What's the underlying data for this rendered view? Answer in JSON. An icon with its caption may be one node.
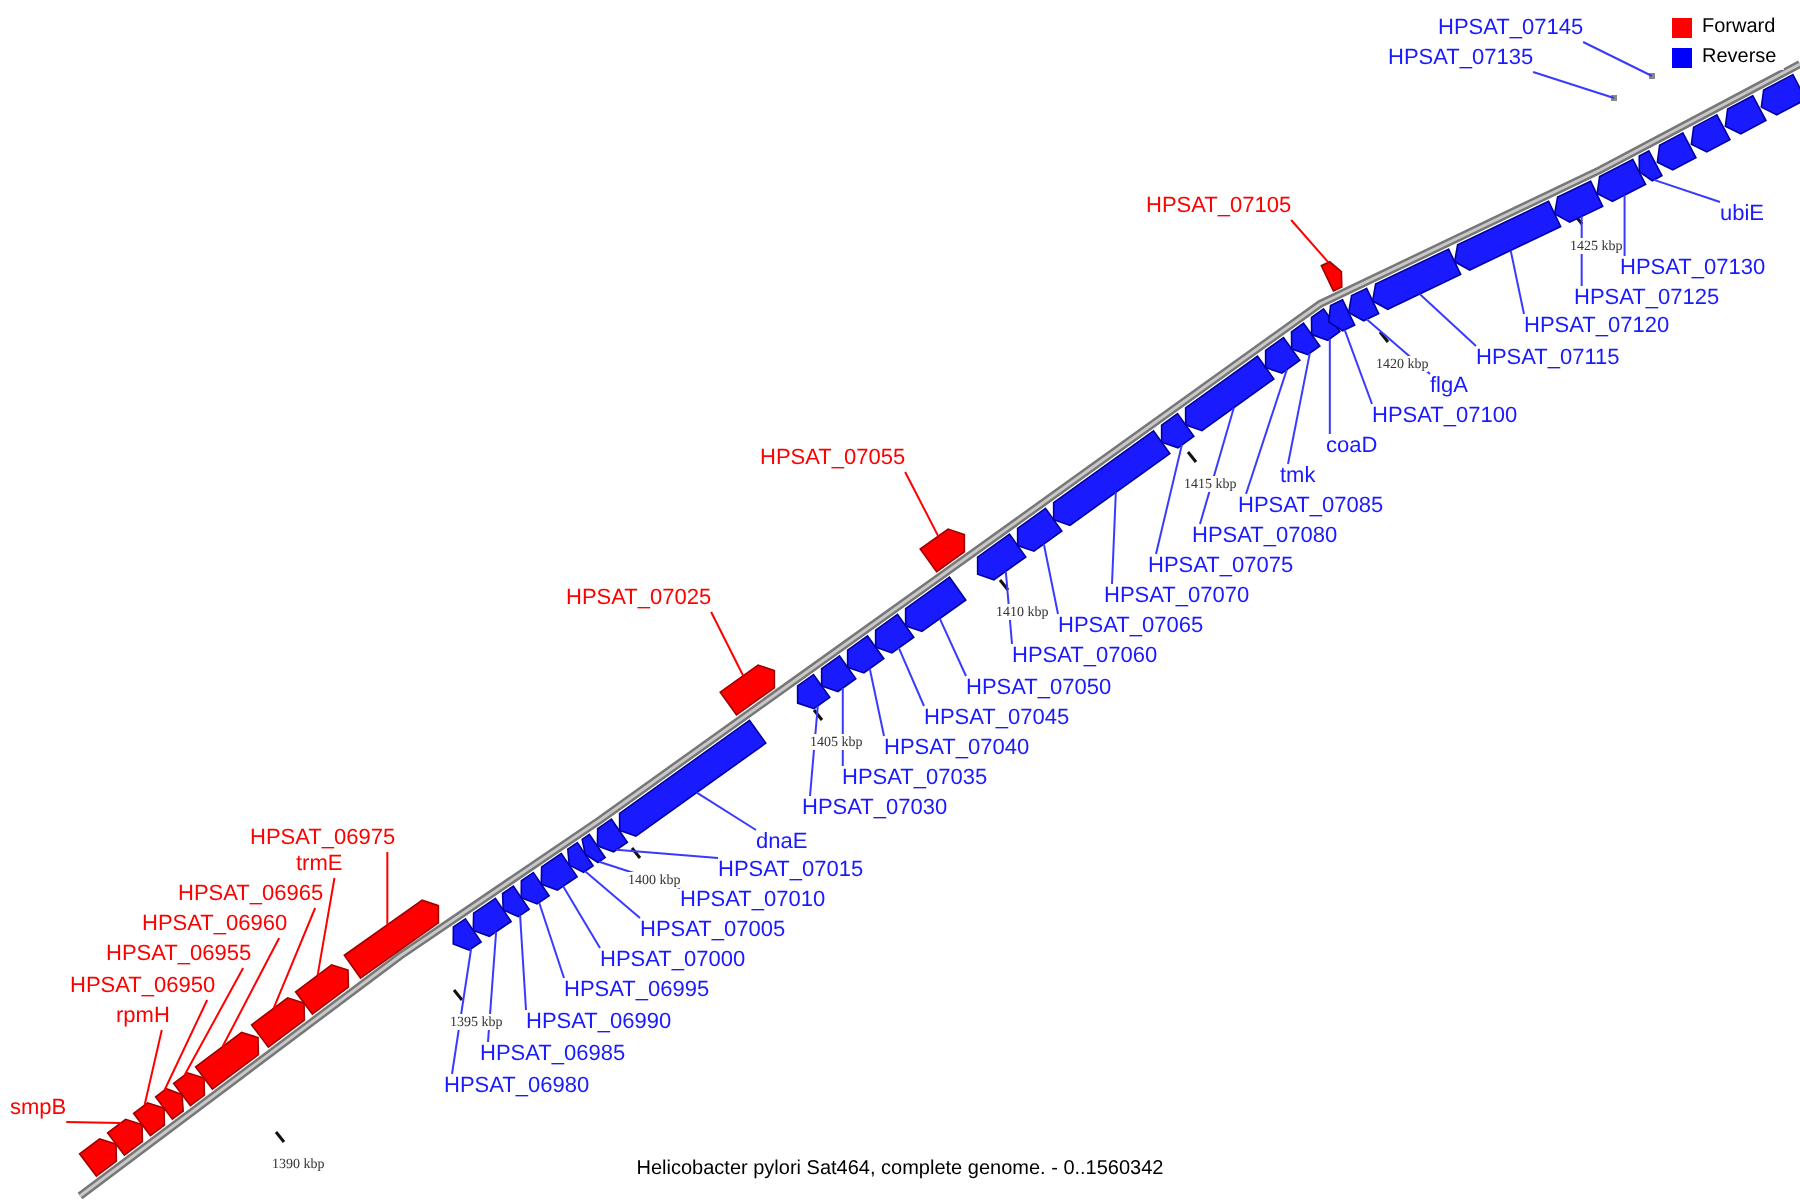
{
  "diagram": {
    "caption": "Helicobacter pylori Sat464, complete genome. - 0..1560342",
    "nodes": [
      {
        "text": [],
        "shape": "bar"
      },
      {
        "text": [
          "smpB"
        ]
      },
      {
        "text": [],
        "shape": "bar"
      },
      {
        "text": [
          "rpmH"
        ]
      },
      {
        "text": [],
        "shape": "bar"
      },
      {
        "text": [
          "HPSAT_06950"
        ]
      },
      {
        "text": [],
        "shape": "bar"
      },
      {
        "text": [
          "HPSAT_06955"
        ]
      },
      {
        "text": [],
        "shape": "bar"
      },
      {
        "text": [
          "HPSAT_06960"
        ]
      },
      {
        "text": [],
        "shape": "bar"
      },
      {
        "text": [
          "HPSAT_06965"
        ]
      },
      {
        "text": [],
        "shape": "bar"
      },
      {
        "text": [
          "trmE"
        ]
      },
      {
        "text": [],
        "shape": "bar"
      },
      {
        "text": [
          "HPSAT_06975"
        ]
      },
      {
        "text": [],
        "shape": "bar"
      },
      {
        "text": [
          "HPSAT_06980"
        ]
      },
      {
        "text": [],
        "shape": "bar"
      },
      {
        "text": [
          "HPSAT_06985"
        ]
      },
      {
        "text": [],
        "shape": "bar"
      },
      {
        "text": [
          "HPSAT_06990"
        ]
      },
      {
        "text": [],
        "shape": "bar"
      },
      {
        "text": [
          "HPSAT_06995"
        ]
      },
      {
        "text": [],
        "shape": "bar"
      },
      {
        "text": [
          "HPSAT_07000"
        ]
      },
      {
        "text": [],
        "shape": "bar"
      },
      {
        "text": [
          "HPSAT_07005"
        ]
      },
      {
        "text": [],
        "shape": "bar"
      },
      {
        "text": [
          "HPSAT_07010"
        ]
      },
      {
        "text": [],
        "shape": "bar"
      },
      {
        "text": [
          "HPSAT_07015"
        ]
      },
      {
        "text": [],
        "shape": "bar"
      },
      {
        "text": [
          "dnaE"
        ]
      },
      {
        "text": [],
        "shape": "bar"
      },
      {
        "text": [
          "HPSAT_07025"
        ]
      },
      {
        "text": [],
        "shape": "bar"
      },
      {
        "text": [
          "HPSAT_07030"
        ]
      },
      {
        "text": [],
        "shape": "bar"
      },
      {
        "text": [
          "HPSAT_07035"
        ]
      },
      {
        "text": [],
        "shape": "bar"
      },
      {
        "text": [
          "HPSAT_07040"
        ]
      },
      {
        "text": [],
        "shape": "bar"
      },
      {
        "text": [
          "HPSAT_07045"
        ]
      },
      {
        "text": [],
        "shape": "bar"
      },
      {
        "text": [
          "HPSAT_07050"
        ]
      },
      {
        "text": [],
        "shape": "bar"
      },
      {
        "text": [
          "HPSAT_07055"
        ]
      },
      {
        "text": [],
        "shape": "bar"
      },
      {
        "text": [
          "HPSAT_07060"
        ]
      },
      {
        "text": [],
        "shape": "bar"
      },
      {
        "text": [
          "HPSAT_07065"
        ]
      },
      {
        "text": [],
        "shape": "bar"
      },
      {
        "text": [
          "HPSAT_07070"
        ]
      },
      {
        "text": [],
        "shape": "bar"
      },
      {
        "text": [
          "HPSAT_07075"
        ]
      },
      {
        "text": [],
        "shape": "bar"
      },
      {
        "text": [
          "HPSAT_07080"
        ]
      },
      {
        "text": [],
        "shape": "bar"
      },
      {
        "text": [
          "HPSAT_07085"
        ]
      },
      {
        "text": [],
        "shape": "bar"
      },
      {
        "text": [
          "tmk"
        ]
      },
      {
        "text": [],
        "shape": "bar"
      },
      {
        "text": [
          "coaD"
        ]
      },
      {
        "text": [],
        "shape": "bar"
      },
      {
        "text": [
          "HPSAT_07100"
        ]
      },
      {
        "text": [],
        "shape": "bar"
      },
      {
        "text": [
          "flgA"
        ]
      },
      {
        "text": [],
        "shape": "bar"
      },
      {
        "text": [
          "HPSAT_07105"
        ]
      },
      {
        "text": [],
        "shape": "bar"
      },
      {
        "text": [
          "HPSAT_07115"
        ]
      },
      {
        "text": [],
        "shape": "bar"
      },
      {
        "text": [
          "HPSAT_07120"
        ]
      },
      {
        "text": [],
        "shape": "bar"
      },
      {
        "text": [
          "HPSAT_07125"
        ]
      },
      {
        "text": [],
        "shape": "bar"
      },
      {
        "text": [
          "HPSAT_07130"
        ]
      },
      {
        "text": [],
        "shape": "bar"
      },
      {
        "text": [
          "ubiE"
        ]
      },
      {
        "text": [],
        "shape": "bar"
      },
      {
        "text": [],
        "shape": "bar"
      },
      {
        "text": [],
        "shape": "bar"
      },
      {
        "text": [],
        "shape": "bar"
      },
      {
        "text": [],
        "shape": "bar"
      },
      {
        "text": [
          "HPSAT_07135"
        ]
      },
      {
        "text": [],
        "shape": "bar"
      },
      {
        "text": [
          "HPSAT_07145"
        ]
      },
      {
        "text": [],
        "shape": "bar"
      }
    ],
    "edges": [
      {
        "from": 1,
        "to": 2,
        "arrow": "none",
        "color": "#ff0000"
      },
      {
        "from": 3,
        "to": 4,
        "arrow": "none",
        "color": "#ff0000"
      },
      {
        "from": 5,
        "to": 6,
        "arrow": "none",
        "color": "#ff0000"
      },
      {
        "from": 7,
        "to": 8,
        "arrow": "none",
        "color": "#ff0000"
      },
      {
        "from": 9,
        "to": 10,
        "arrow": "none",
        "color": "#ff0000"
      },
      {
        "from": 11,
        "to": 12,
        "arrow": "none",
        "color": "#ff0000"
      },
      {
        "from": 13,
        "to": 14,
        "arrow": "none",
        "color": "#ff0000"
      },
      {
        "from": 15,
        "to": 16,
        "arrow": "none",
        "color": "#ff0000"
      },
      {
        "from": 17,
        "to": 18,
        "arrow": "none"
      },
      {
        "from": 19,
        "to": 20,
        "arrow": "none"
      },
      {
        "from": 21,
        "to": 22,
        "arrow": "none"
      },
      {
        "from": 23,
        "to": 24,
        "arrow": "none"
      },
      {
        "from": 25,
        "to": 26,
        "arrow": "none"
      },
      {
        "from": 27,
        "to": 28,
        "arrow": "none"
      },
      {
        "from": 29,
        "to": 30,
        "arrow": "none"
      },
      {
        "from": 31,
        "to": 32,
        "arrow": "none"
      },
      {
        "from": 33,
        "to": 34,
        "arrow": "none"
      },
      {
        "from": 35,
        "to": 36,
        "arrow": "none",
        "color": "#ff0000"
      },
      {
        "from": 37,
        "to": 38,
        "arrow": "none"
      },
      {
        "from": 39,
        "to": 40,
        "arrow": "none"
      },
      {
        "from": 41,
        "to": 42,
        "arrow": "none"
      },
      {
        "from": 43,
        "to": 44,
        "arrow": "none"
      },
      {
        "from": 45,
        "to": 46,
        "arrow": "none"
      },
      {
        "from": 47,
        "to": 48,
        "arrow": "none",
        "color": "#ff0000"
      },
      {
        "from": 49,
        "to": 50,
        "arrow": "none"
      },
      {
        "from": 51,
        "to": 52,
        "arrow": "none"
      },
      {
        "from": 53,
        "to": 54,
        "arrow": "none"
      },
      {
        "from": 55,
        "to": 56,
        "arrow": "none"
      },
      {
        "from": 57,
        "to": 58,
        "arrow": "none"
      },
      {
        "from": 59,
        "to": 60,
        "arrow": "none"
      },
      {
        "from": 61,
        "to": 62,
        "arrow": "none"
      },
      {
        "from": 63,
        "to": 64,
        "arrow": "none"
      },
      {
        "from": 65,
        "to": 66,
        "arrow": "none"
      },
      {
        "from": 67,
        "to": 68,
        "arrow": "none"
      },
      {
        "from": 69,
        "to": 70,
        "arrow": "none",
        "color": "#ff0000"
      },
      {
        "from": 71,
        "to": 72,
        "arrow": "none"
      },
      {
        "from": 73,
        "to": 74,
        "arrow": "none"
      },
      {
        "from": 75,
        "to": 76,
        "arrow": "none"
      },
      {
        "from": 77,
        "to": 78,
        "arrow": "none"
      },
      {
        "from": 79,
        "to": 80,
        "arrow": "none"
      },
      {
        "from": 85,
        "to": 86,
        "arrow": "none"
      },
      {
        "from": 87,
        "to": 88,
        "arrow": "none"
      }
    ],
    "labels": [
      "1390 kbp",
      "1395 kbp",
      "1400 kbp",
      "1405 kbp",
      "1410 kbp",
      "1415 kbp",
      "1420 kbp",
      "1425 kbp"
    ],
    "legend": [
      {
        "text": "Forward",
        "color": "#ff0000"
      },
      {
        "text": "Reverse",
        "color": "#0000ff"
      }
    ]
  }
}
